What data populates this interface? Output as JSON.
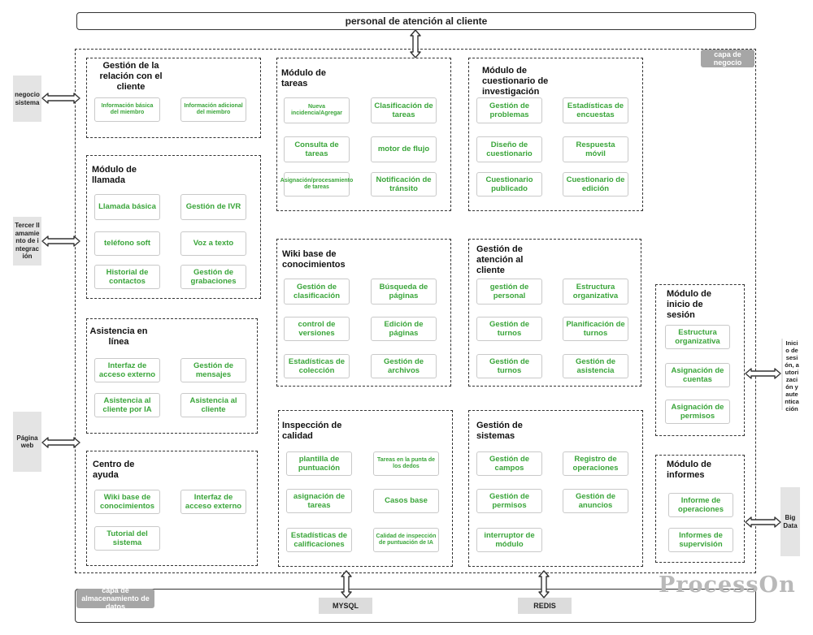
{
  "top_bar": "personal de atención al cliente",
  "badges": {
    "business_layer": "capa de negocio",
    "storage_layer": "capa de almacenamiento de datos"
  },
  "databases": {
    "mysql": "MYSQL",
    "redis": "REDIS"
  },
  "side_labels": {
    "left_business_system": "negocio sistema",
    "left_third_party": "Tercer llamamiento de integración",
    "left_web_page": "Página web",
    "right_login_auth": "Inicio de sesión, autorización y autenticación",
    "right_big_data": "Big Data"
  },
  "modules": {
    "crm": {
      "title": "Gestión de la relación con el cliente",
      "items": [
        "Información básica del miembro",
        "Información adicional del miembro"
      ]
    },
    "call": {
      "title": "Módulo de llamada",
      "items": [
        "Llamada básica",
        "Gestión de IVR",
        "teléfono soft",
        "Voz a texto",
        "Historial de contactos",
        "Gestión de grabaciones"
      ]
    },
    "online": {
      "title": "Asistencia en línea",
      "items": [
        "Interfaz de acceso externo",
        "Gestión de mensajes",
        "Asistencia al cliente por IA",
        "Asistencia al cliente"
      ]
    },
    "help": {
      "title": "Centro de ayuda",
      "items": [
        "Wiki base de conocimientos",
        "Interfaz de acceso externo",
        "Tutorial del sistema"
      ]
    },
    "tasks": {
      "title": "Módulo de tareas",
      "items": [
        "Nueva incidencia/Agregar",
        "Clasificación de tareas",
        "Consulta de tareas",
        "motor de flujo",
        "Asignación/procesamiento de tareas",
        "Notificación de tránsito"
      ]
    },
    "wiki": {
      "title": "Wiki base de conocimientos",
      "items": [
        "Gestión de clasificación",
        "Búsqueda de páginas",
        "control de versiones",
        "Edición de páginas",
        "Estadísticas de colección",
        "Gestión de archivos"
      ]
    },
    "quality": {
      "title": "Inspección de calidad",
      "items": [
        "plantilla de puntuación",
        "Tareas en la punta de los dedos",
        "asignación de tareas",
        "Casos base",
        "Estadísticas de calificaciones",
        "Calidad de inspección de puntuación de IA"
      ]
    },
    "survey": {
      "title": "Módulo de cuestionario de investigación",
      "items": [
        "Gestión de problemas",
        "Estadísticas de encuestas",
        "Diseño de cuestionario",
        "Respuesta móvil",
        "Cuestionario publicado",
        "Cuestionario de edición"
      ]
    },
    "service": {
      "title": "Gestión de atención al cliente",
      "items": [
        "gestión de personal",
        "Estructura organizativa",
        "Gestión de turnos",
        "Planificación de turnos",
        "Gestión de turnos",
        "Gestión de asistencia"
      ]
    },
    "system": {
      "title": "Gestión de sistemas",
      "items": [
        "Gestión de campos",
        "Registro de operaciones",
        "Gestión de permisos",
        "Gestión de anuncios",
        "interruptor de módulo"
      ]
    },
    "login": {
      "title": "Módulo de inicio de sesión",
      "items": [
        "Estructura organizativa",
        "Asignación de cuentas",
        "Asignación de permisos"
      ]
    },
    "reports": {
      "title": "Módulo de informes",
      "items": [
        "Informe de operaciones",
        "Informes de supervisión"
      ]
    }
  },
  "watermark": "ProcessOn"
}
